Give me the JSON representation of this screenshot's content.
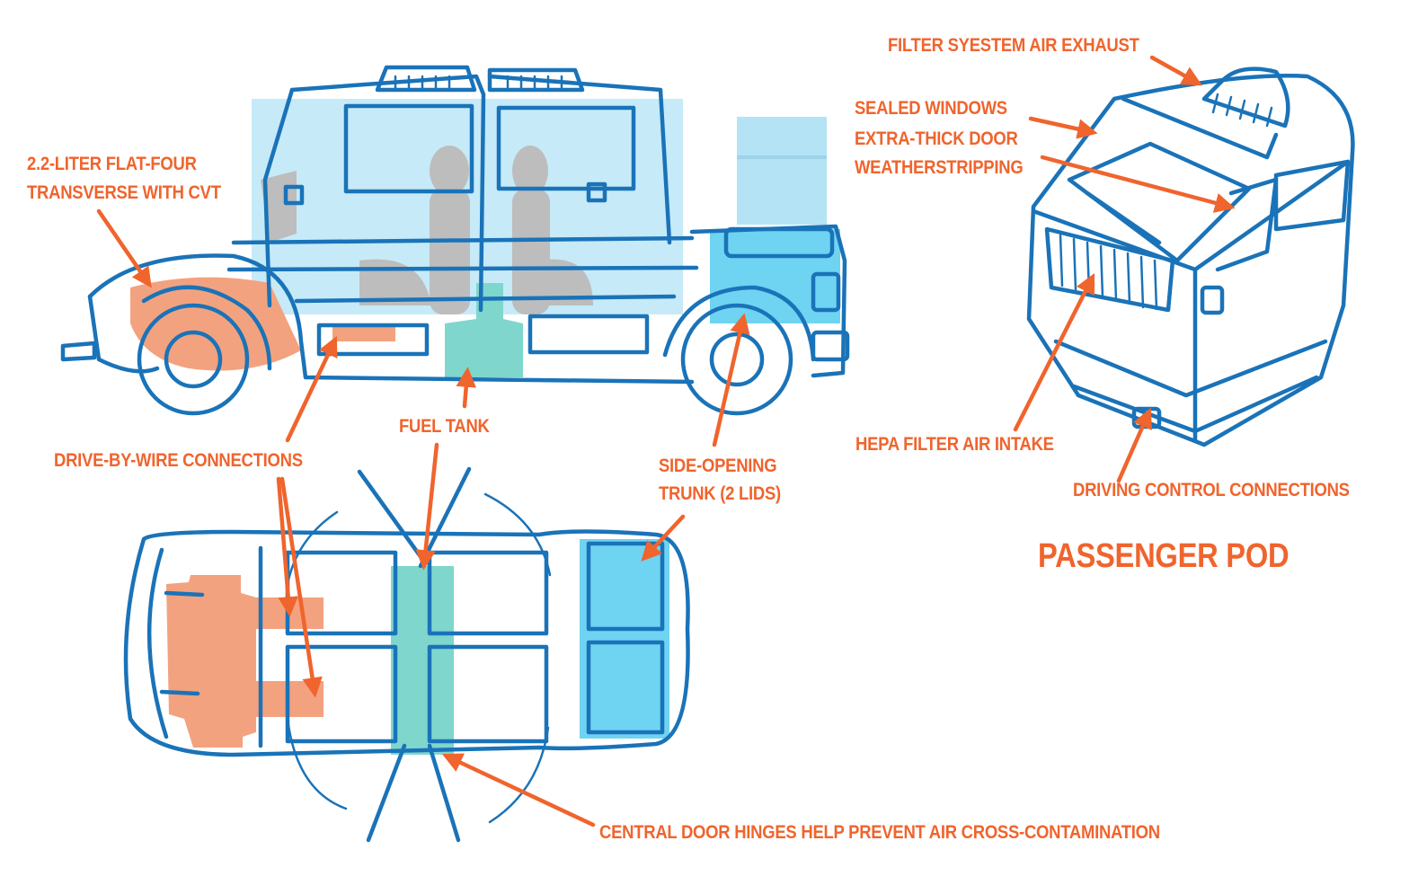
{
  "diagram": {
    "colors": {
      "label": "#f0642d",
      "outline": "#1a73b8",
      "cabin_tint": "#b3e3f5",
      "trunk": "#6fd3f2",
      "fuel_tank": "#7fd6cc",
      "engine": "#f3a27f",
      "occupants": "#bdbdbd"
    },
    "side_view": {
      "engine_label_line1": "2.2-LITER FLAT-FOUR",
      "engine_label_line2": "TRANSVERSE WITH CVT",
      "drive_by_wire_label": "DRIVE-BY-WIRE CONNECTIONS",
      "fuel_tank_label": "FUEL TANK",
      "trunk_label_line1": "SIDE-OPENING",
      "trunk_label_line2": "TRUNK (2 LIDS)"
    },
    "top_view": {
      "hinges_label": "CENTRAL DOOR HINGES HELP PREVENT AIR CROSS-CONTAMINATION"
    },
    "pod_view": {
      "title": "PASSENGER POD",
      "exhaust_label": "FILTER SYESTEM AIR EXHAUST",
      "windows_label_line1": "SEALED WINDOWS",
      "windows_label_line2": "EXTRA-THICK DOOR",
      "windows_label_line3": "WEATHERSTRIPPING",
      "intake_label": "HEPA FILTER AIR INTAKE",
      "controls_label": "DRIVING CONTROL CONNECTIONS"
    }
  }
}
